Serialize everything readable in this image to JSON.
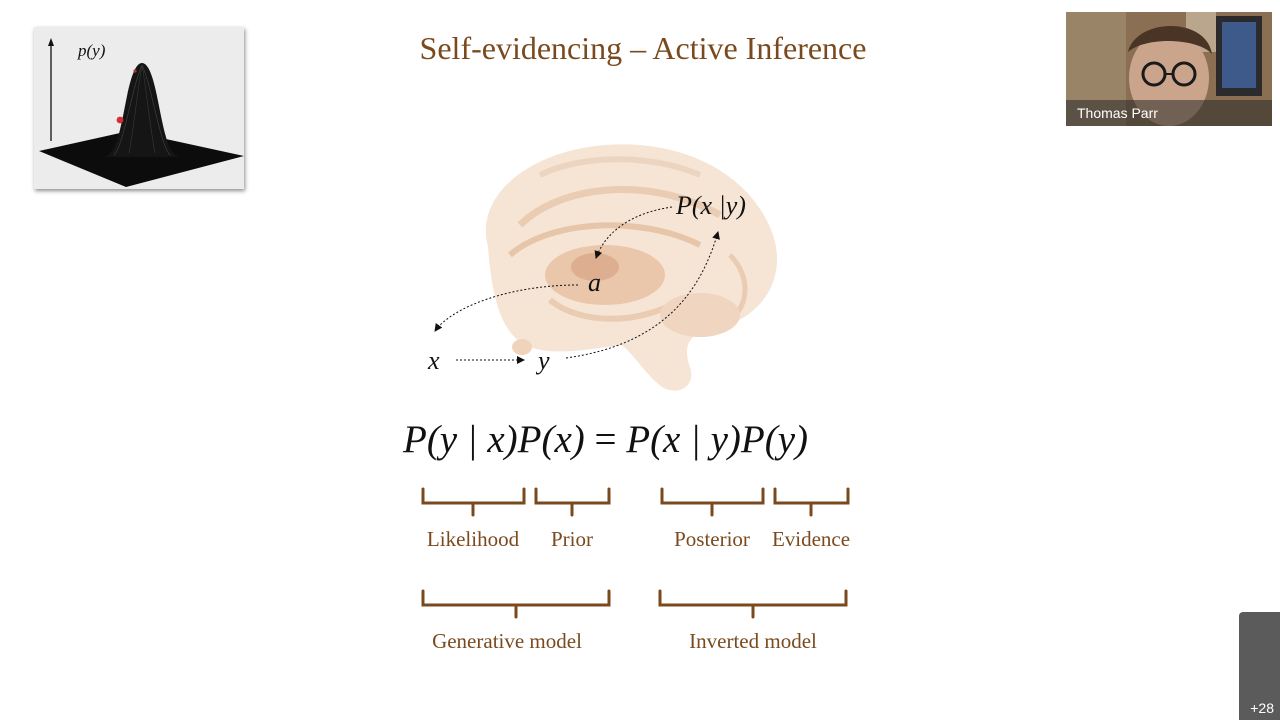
{
  "slide": {
    "title": "Self-evidencing – Active Inference",
    "inset": {
      "axis_label": "p(y)"
    },
    "diagram": {
      "posterior_label": "P(x |y)",
      "action_label": "a",
      "state_label": "x",
      "observation_label": "y"
    },
    "equation": {
      "lhs_likelihood": "P(y | x)",
      "lhs_prior": "P(x)",
      "equals": "=",
      "rhs_posterior": "P(x | y)",
      "rhs_evidence": "P(y)"
    },
    "terms": {
      "likelihood": "Likelihood",
      "prior": "Prior",
      "posterior": "Posterior",
      "evidence": "Evidence",
      "generative_model": "Generative model",
      "inverted_model": "Inverted model"
    },
    "colors": {
      "accent": "#7a4a1e",
      "brain": "#f3dfcc"
    }
  },
  "call": {
    "participant_name": "Thomas Parr",
    "more_participants": "+28"
  }
}
